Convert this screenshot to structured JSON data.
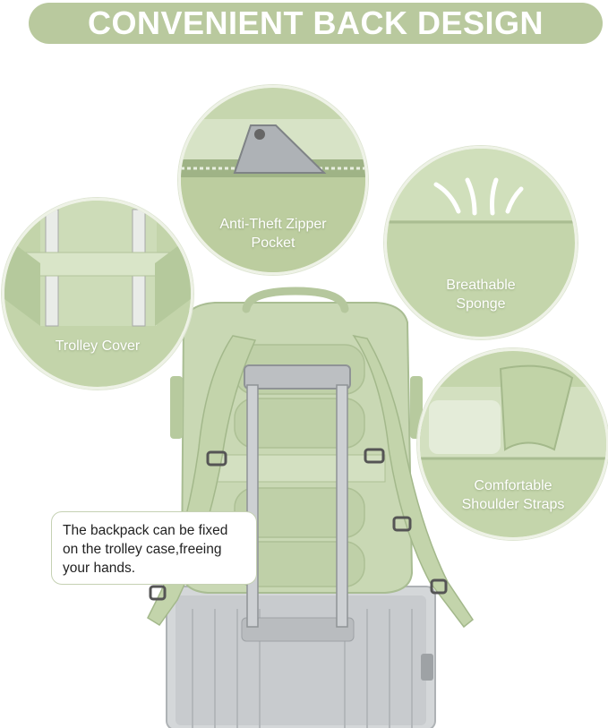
{
  "banner": {
    "title": "CONVENIENT BACK DESIGN"
  },
  "features": [
    {
      "id": "anti-theft",
      "label_lines": [
        "Anti-Theft Zipper",
        "Pocket"
      ]
    },
    {
      "id": "breathable",
      "label_lines": [
        "Breathable",
        "Sponge"
      ]
    },
    {
      "id": "trolley",
      "label_lines": [
        "Trolley Cover"
      ]
    },
    {
      "id": "straps",
      "label_lines": [
        "Comfortable",
        "Shoulder Straps"
      ]
    }
  ],
  "callout": {
    "lines": [
      "The backpack can be fixed",
      "on the trolley case,freeing",
      "your hands."
    ]
  },
  "colors": {
    "banner": "#b9c99e",
    "backpack": "#c9d8b4",
    "backpack_shadow": "#a9bd93",
    "circle_fill": "#bfd0a6",
    "suitcase": "#cfd2d4",
    "text_dark": "#222222"
  }
}
